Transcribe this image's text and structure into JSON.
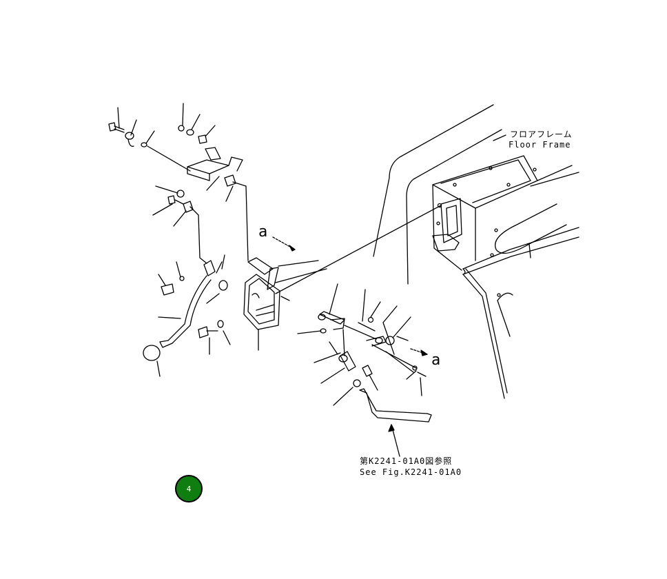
{
  "labels": {
    "floor_frame_jp": "フロアフレーム",
    "floor_frame_en": "Floor Frame",
    "ref_jp": "第K2241-01A0図参照",
    "ref_en": "See Fig.K2241-01A0"
  },
  "view_marker": "a",
  "badge": {
    "number": "4",
    "color": "#0f7d0f"
  }
}
